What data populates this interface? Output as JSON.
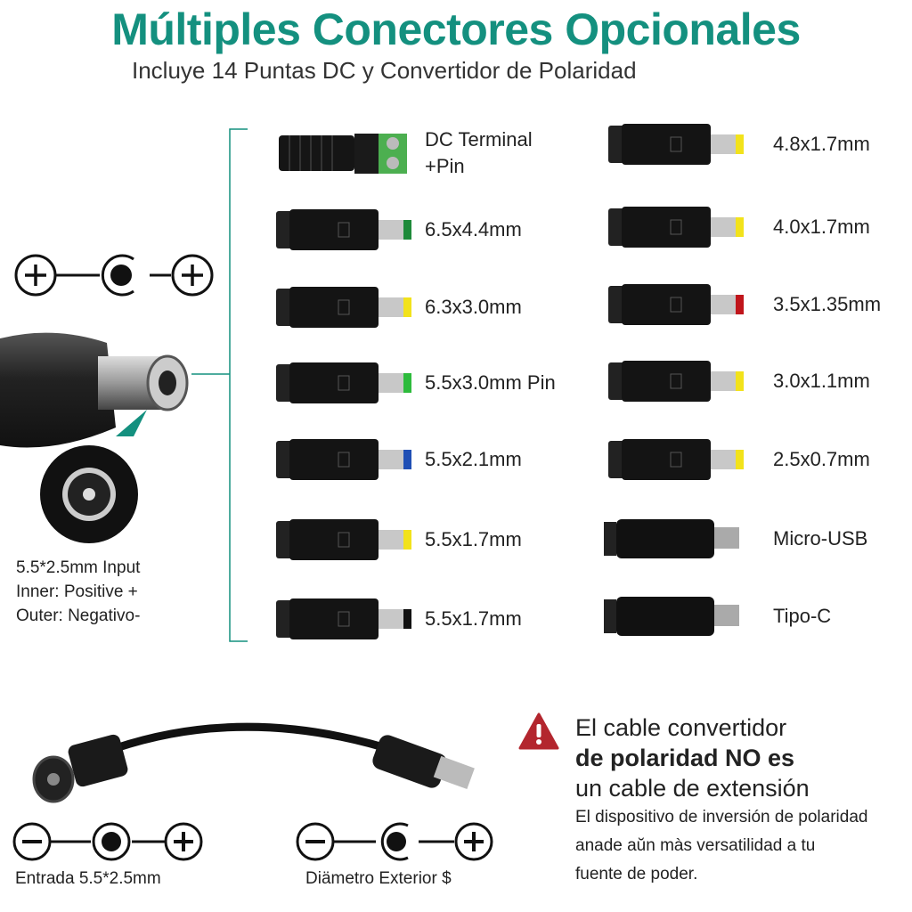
{
  "header": {
    "title": "Múltiples Conectores Opcionales",
    "subtitle": "Incluye 14 Puntas DC y Convertidor de Polaridad"
  },
  "colors": {
    "accent": "#14907f",
    "warning": "#b3262e"
  },
  "left_connectors": [
    {
      "label": "DC Terminal\n+Pin",
      "type": "terminal",
      "tip": "#4caf50"
    },
    {
      "label": "6.5x4.4mm",
      "type": "barrel",
      "tip": "#1e8a3a"
    },
    {
      "label": "6.3x3.0mm",
      "type": "barrel",
      "tip": "#f2e21b"
    },
    {
      "label": "5.5x3.0mm Pin",
      "type": "barrel",
      "tip": "#2dbb3c"
    },
    {
      "label": "5.5x2.1mm",
      "type": "barrel",
      "tip": "#1f4fb5"
    },
    {
      "label": "5.5x1.7mm",
      "type": "barrel",
      "tip": "#f2e21b"
    },
    {
      "label": "5.5x1.7mm",
      "type": "barrel",
      "tip": "#111111"
    }
  ],
  "right_connectors": [
    {
      "label": "4.8x1.7mm",
      "type": "barrel",
      "tip": "#f2e21b"
    },
    {
      "label": "4.0x1.7mm",
      "type": "barrel",
      "tip": "#f2e21b"
    },
    {
      "label": "3.5x1.35mm",
      "type": "barrel",
      "tip": "#c0151b"
    },
    {
      "label": "3.0x1.1mm",
      "type": "barrel",
      "tip": "#f2e21b"
    },
    {
      "label": "2.5x0.7mm",
      "type": "barrel",
      "tip": "#f2e21b"
    },
    {
      "label": "Micro-USB",
      "type": "usb",
      "tip": "#aaaaaa"
    },
    {
      "label": "Tipo-C",
      "type": "usb",
      "tip": "#aaaaaa"
    }
  ],
  "input": {
    "line1": "5.5*2.5mm Input",
    "line1_bold": "5.5",
    "line2": "Inner: Positive +",
    "line3": "Outer: Negativo-"
  },
  "cable": {
    "left_caption": "Entrada 5.5*2.5mm",
    "right_caption": "Diämetro Exterior $"
  },
  "warning": {
    "icon": "warning-triangle-icon",
    "line1": "El cable convertidor",
    "line2": "de polaridad NO es",
    "line3": "un cable de extensión",
    "body1": "El dispositivo de inversión de polaridad",
    "body2": "anade aŭn màs versatilidad a tu",
    "body3": "fuente de poder."
  }
}
